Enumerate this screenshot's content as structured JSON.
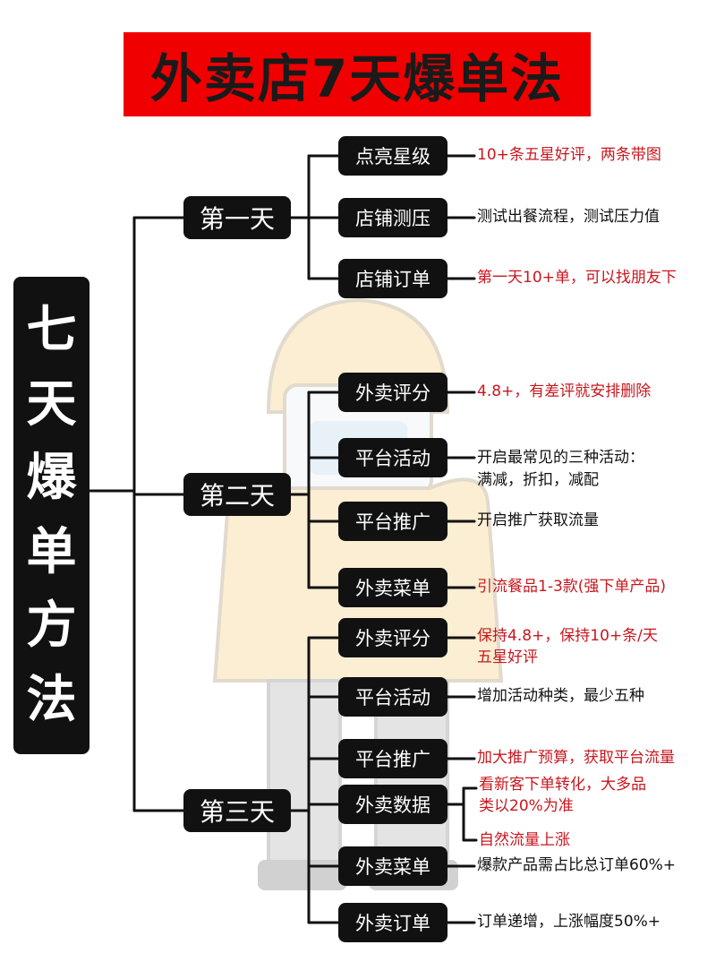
{
  "title": "外卖店7天爆单法",
  "side_chars": [
    "七",
    "天",
    "爆",
    "单",
    "方",
    "法"
  ],
  "days": [
    {
      "label": "第一天",
      "items": [
        {
          "label": "点亮星级",
          "desc": [
            "10+条五星好评，两条带图"
          ],
          "red": true
        },
        {
          "label": "店铺测压",
          "desc": [
            "测试出餐流程，测试压力值"
          ],
          "red": false
        },
        {
          "label": "店铺订单",
          "desc": [
            "第一天10+单，可以找朋友下"
          ],
          "red": true
        }
      ]
    },
    {
      "label": "第二天",
      "items": [
        {
          "label": "外卖评分",
          "desc": [
            "4.8+，有差评就安排删除"
          ],
          "red": true
        },
        {
          "label": "平台活动",
          "desc": [
            "开启最常见的三种活动：",
            "满减，折扣，减配"
          ],
          "red": false
        },
        {
          "label": "平台推广",
          "desc": [
            "开启推广获取流量"
          ],
          "red": false
        },
        {
          "label": "外卖菜单",
          "desc": [
            "引流餐品1-3款(强下单产品)"
          ],
          "red": true
        }
      ]
    },
    {
      "label": "第三天",
      "items": [
        {
          "label": "外卖评分",
          "desc": [
            "保持4.8+，保持10+条/天",
            "五星好评"
          ],
          "red": true
        },
        {
          "label": "平台活动",
          "desc": [
            "增加活动种类，最少五种"
          ],
          "red": false
        },
        {
          "label": "平台推广",
          "desc": [
            "加大推广预算，获取平台流量"
          ],
          "red": true
        },
        {
          "label": "外卖数据",
          "desc": [
            "看新客下单转化，大多品",
            "类以20%为准"
          ],
          "desc2": [
            "自然流量上涨"
          ],
          "red": true
        },
        {
          "label": "外卖菜单",
          "desc": [
            "爆款产品需占比总订单60%+"
          ],
          "red": false
        },
        {
          "label": "外卖订单",
          "desc": [
            "订单递增，上涨幅度50%+"
          ],
          "red": false
        }
      ]
    }
  ],
  "colors": {
    "title_bg": "#f00000",
    "box_bg": "#111111",
    "accent_text": "#c8171e",
    "line": "#111111"
  }
}
